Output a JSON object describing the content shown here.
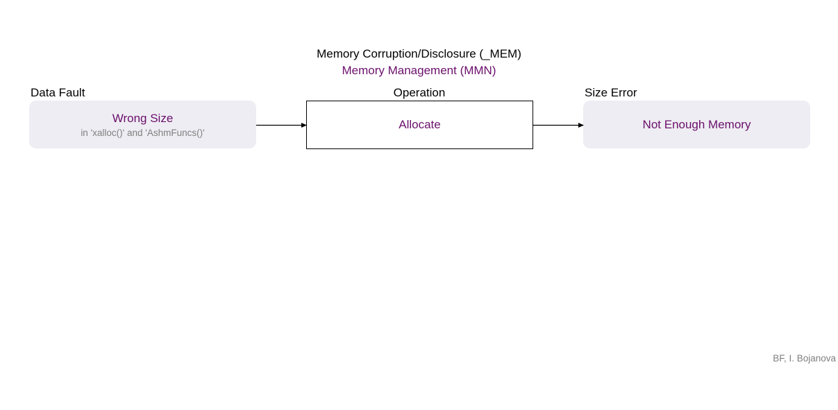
{
  "header": {
    "title": "Memory Corruption/Disclosure (_MEM)",
    "subtitle": "Memory Management (MMN)"
  },
  "columns": {
    "cause": {
      "label": "Data Fault",
      "value": "Wrong Size",
      "detail": "in 'xalloc()' and 'AshmFuncs()'"
    },
    "operation": {
      "label": "Operation",
      "value": "Allocate"
    },
    "consequence": {
      "label": "Size Error",
      "value": "Not Enough Memory"
    }
  },
  "footer": {
    "credit": "BF, I. Bojanova"
  },
  "colors": {
    "accent_purple": "#6b0f6b",
    "box_fill": "#eeedf3",
    "muted_gray": "#7f7f7f"
  }
}
